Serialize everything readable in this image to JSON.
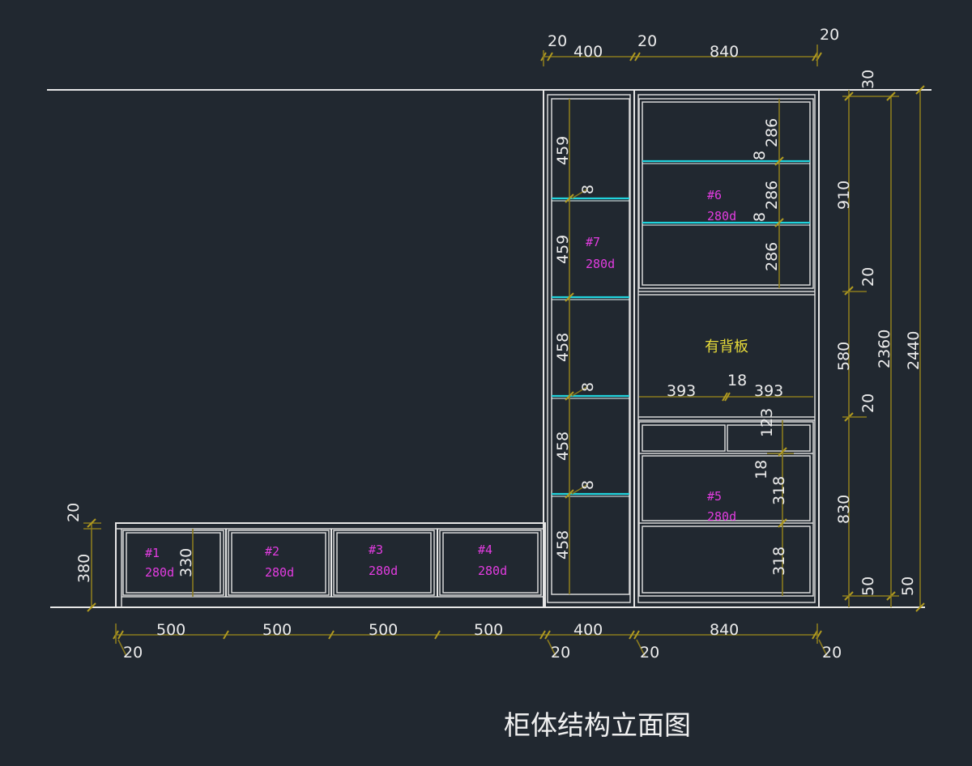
{
  "title": "柜体结构立面图",
  "note_back_panel": "有背板",
  "top_dims": {
    "left_gap": "20",
    "left_width": "400",
    "mid_gap": "20",
    "right_width": "840",
    "right_gap": "20"
  },
  "bottom_dims": {
    "drawers": [
      "500",
      "500",
      "500",
      "500"
    ],
    "tall_col": "400",
    "right_col": "840",
    "gaps": [
      "20",
      "20",
      "20",
      "20"
    ]
  },
  "low_cabinet": {
    "top_board": "20",
    "height": "380",
    "inner_height": "330"
  },
  "units": [
    {
      "id": "#1",
      "depth": "280d"
    },
    {
      "id": "#2",
      "depth": "280d"
    },
    {
      "id": "#3",
      "depth": "280d"
    },
    {
      "id": "#4",
      "depth": "280d"
    },
    {
      "id": "#5",
      "depth": "280d"
    },
    {
      "id": "#6",
      "depth": "280d"
    },
    {
      "id": "#7",
      "depth": "280d"
    }
  ],
  "col7_heights": [
    "459",
    "459",
    "458",
    "458",
    "458"
  ],
  "col7_shelf": [
    "8",
    "8",
    "8"
  ],
  "col6_heights": [
    "286",
    "286",
    "286"
  ],
  "col6_shelf": [
    "8",
    "8"
  ],
  "mid_section": {
    "left": "393",
    "divider": "18",
    "right": "393"
  },
  "col5_dims": {
    "drawer": "123",
    "board": "18",
    "upper": "318",
    "lower": "318"
  },
  "right_dims": {
    "top": "30",
    "upper": "910",
    "gap1": "20",
    "middle": "580",
    "gap2": "20",
    "lower": "830",
    "base": "50",
    "inner_total": "2360",
    "base2": "50",
    "total": "2440"
  }
}
